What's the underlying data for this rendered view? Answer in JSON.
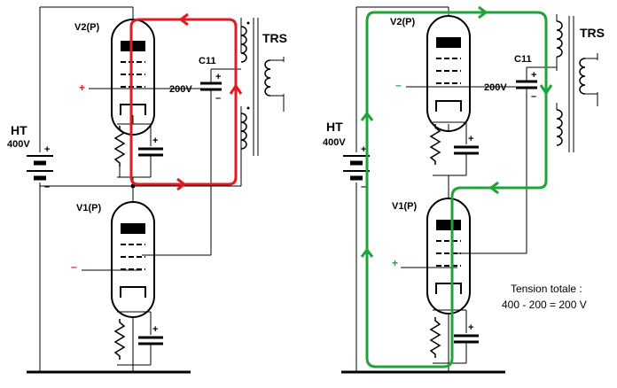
{
  "colors": {
    "discharge_loop": "#e01b24",
    "charge_loop": "#1fa33a",
    "plus_red": "#e01b24",
    "plus_green": "#1fa33a",
    "ink": "#000000"
  },
  "labels": {
    "tube_top": "V2(P)",
    "tube_bottom": "V1(P)",
    "supply": "HT",
    "supply_voltage": "400V",
    "capacitor": "C11",
    "capacitor_voltage": "200V",
    "transformer": "TRS",
    "plus": "+",
    "minus": "–",
    "note_line1": "Tension totale :",
    "note_line2": "400 - 200 = 200 V"
  },
  "icons": {
    "tube": "vacuum-tube-pentode",
    "battery": "battery-symbol",
    "capacitor": "capacitor-symbol",
    "resistor": "resistor-zigzag",
    "transformer": "transformer-coils",
    "arrow": "current-direction-arrow"
  }
}
